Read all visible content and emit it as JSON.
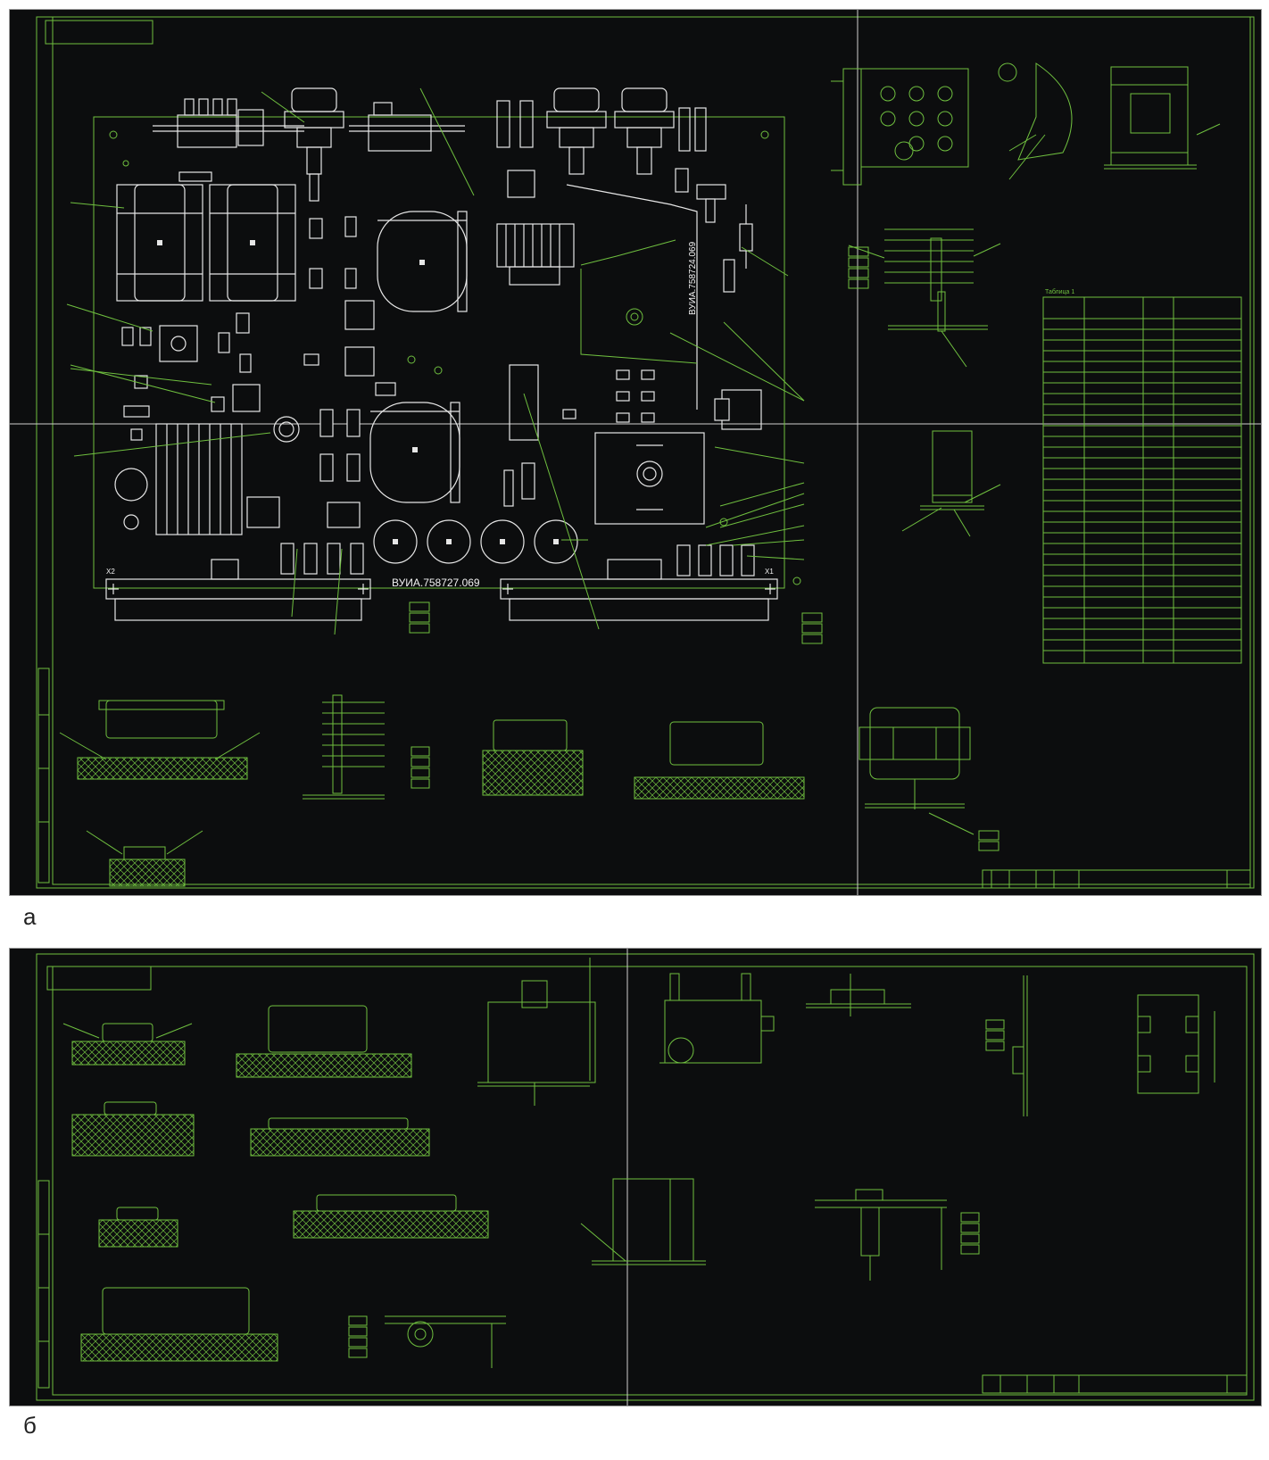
{
  "figure": {
    "panels": [
      {
        "id": "a",
        "caption": "а",
        "board_label": "ВУИА.758727.069",
        "board_label_vertical": "ВУИА.758724.069",
        "connectors": [
          "X2",
          "X1"
        ],
        "table_title": "Таблица 1"
      },
      {
        "id": "b",
        "caption": "б"
      }
    ]
  },
  "colors": {
    "background": "#0c0d0e",
    "drawing_lines": "#6fbf3f",
    "board_lines": "#e6e6e6",
    "page": "#ffffff"
  }
}
